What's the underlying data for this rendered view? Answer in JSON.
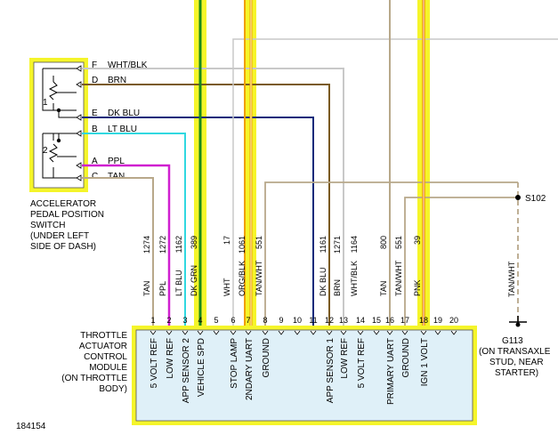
{
  "switch": {
    "caption": [
      "ACCELERATOR",
      "PEDAL POSITION",
      "SWITCH",
      "(UNDER LEFT",
      "SIDE OF DASH)"
    ],
    "sensor_1": "1",
    "sensor_2": "2",
    "pins": [
      {
        "pin": "F",
        "color": "WHT/BLK"
      },
      {
        "pin": "D",
        "color": "BRN"
      },
      {
        "pin": "E",
        "color": "DK BLU"
      },
      {
        "pin": "B",
        "color": "LT BLU"
      },
      {
        "pin": "A",
        "color": "PPL"
      },
      {
        "pin": "C",
        "color": "TAN"
      }
    ]
  },
  "circuits": [
    "1274",
    "1272",
    "1162",
    "389",
    "17",
    "1061",
    "551",
    "1161",
    "1271",
    "1164",
    "800",
    "551",
    "39"
  ],
  "module": {
    "caption": [
      "THROTTLE",
      "ACTUATOR",
      "CONTROL",
      "MODULE",
      "(ON THROTTLE",
      "BODY)"
    ],
    "pin_numbers": [
      "1",
      "2",
      "3",
      "4",
      "5",
      "6",
      "7",
      "8",
      "9",
      "10",
      "11",
      "12",
      "13",
      "14",
      "15",
      "16",
      "17",
      "18",
      "19",
      "20"
    ],
    "wire_colors": [
      "TAN",
      "PPL",
      "LT BLU",
      "DK GRN",
      "WHT",
      "ORG/BLK",
      "TAN/WHT",
      "DK BLU",
      "BRN",
      "WHT/BLK",
      "TAN",
      "TAN/WHT",
      "PNK"
    ],
    "functions": [
      "5 VOLT REF",
      "LOW REF",
      "APP SENSOR 2",
      "VEHICLE SPD",
      "STOP LAMP",
      "2NDARY UART",
      "GROUND",
      "APP SENSOR 1",
      "LOW REF",
      "5 VOLT REF",
      "PRIMARY UART",
      "GROUND",
      "IGN 1 VOLT"
    ]
  },
  "splice": "S102",
  "ground_wire": "TAN/WHT",
  "ground": [
    "G113",
    "(ON TRANSAXLE",
    "STUD, NEAR",
    "STARTER)"
  ],
  "figure_id": "184154",
  "colors": {
    "highlight": "#f5f52a",
    "box_fill": "#dff0f8",
    "ppl": "#d020d0",
    "lt_blu": "#30d8e0",
    "dk_grn": "#1a8a1a",
    "dk_blu": "#0a2a7a",
    "brn": "#7a5a20",
    "tan": "#b8a88a",
    "wht": "#c8c8c8",
    "pnk_core": "#f5c0c0",
    "hot": "#f0a000"
  }
}
